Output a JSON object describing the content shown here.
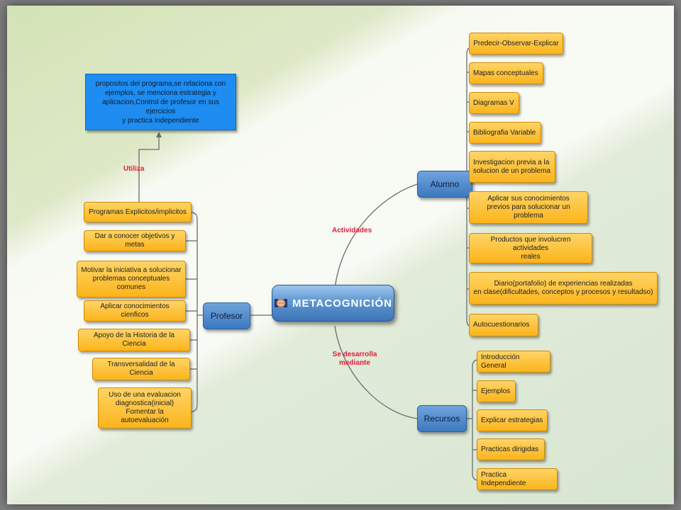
{
  "center": {
    "title": "METACOGNICIÓN",
    "icon": "handshake-icon"
  },
  "branches": {
    "profesor": "Profesor",
    "alumno": "Alumno",
    "recursos": "Recursos"
  },
  "labels": {
    "utiliza": "Utiliza",
    "actividades": "Actividades",
    "se_desarrolla_1": "Se desarrolla",
    "se_desarrolla_2": "mediante"
  },
  "note": {
    "lines": [
      "propositos del programa,se relaciona con",
      "ejemplos, se menciona estrategia y",
      "aplicacion,Control de profesor en sus ejercicios",
      "y practica independiente"
    ]
  },
  "profesor_items": [
    {
      "lines": [
        "Programas Explicitos/implicitos"
      ]
    },
    {
      "lines": [
        "Dar a conocer objetivos y metas"
      ]
    },
    {
      "lines": [
        "Motivar la iniciativa a solucionar",
        "problemas conceptuales comunes"
      ]
    },
    {
      "lines": [
        "Aplicar conocimientos cienficos"
      ]
    },
    {
      "lines": [
        "Apoyo de la Historia de la Ciencia"
      ]
    },
    {
      "lines": [
        "Transversalidad de la Ciencia"
      ]
    },
    {
      "lines": [
        "Uso de una evaluacion",
        "diagnostica(inicial)",
        "Fomentar la autoevaluación"
      ]
    }
  ],
  "alumno_items": [
    {
      "lines": [
        "Predecir-Observar-Explicar"
      ]
    },
    {
      "lines": [
        "Mapas conceptuales"
      ]
    },
    {
      "lines": [
        "Diagramas V"
      ]
    },
    {
      "lines": [
        "Bibliografia Variable"
      ]
    },
    {
      "lines": [
        "Investigacion previa a la",
        "solucion de un problema"
      ]
    },
    {
      "lines": [
        "Aplicar sus conocimientos",
        "previos para solucionar un problema"
      ]
    },
    {
      "lines": [
        "Productos que involucren actividades",
        "reales"
      ]
    },
    {
      "lines": [
        "Diario(portafolio) de experiencias realizadas",
        "en clase(dificultades, conceptos y procesos y resultadso)"
      ]
    },
    {
      "lines": [
        "Autocuestionarios"
      ]
    }
  ],
  "recursos_items": [
    {
      "lines": [
        "Introducción General"
      ]
    },
    {
      "lines": [
        "Ejemplos"
      ]
    },
    {
      "lines": [
        "Explicar estrategias"
      ]
    },
    {
      "lines": [
        "Practicas dirigidas"
      ]
    },
    {
      "lines": [
        "Practica Independiente"
      ]
    }
  ],
  "colors": {
    "node_fill": "#fbb41b",
    "node_border": "#d38a00",
    "branch_blue": "#3d79c0",
    "note_blue": "#1e8cf0",
    "label_red": "#e0203a",
    "connector": "#6b6b6b"
  }
}
